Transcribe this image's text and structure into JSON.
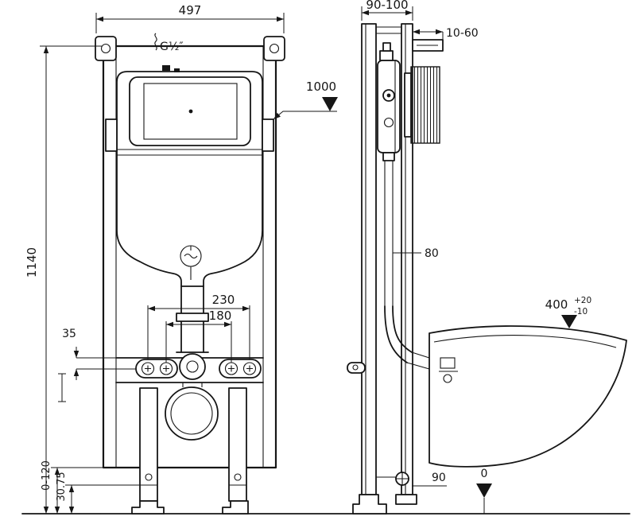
{
  "colors": {
    "ink": "#161616",
    "paper": "#ffffff"
  },
  "front_view": {
    "width_top": "497",
    "thread": "G½″",
    "level_datum": "1000",
    "height_total": "1140",
    "spacing_outer": "230",
    "spacing_inner": "180",
    "offset_small": "35",
    "leg_adjust": "0-120",
    "plinth_height": "30.75"
  },
  "side_view": {
    "frame_depth": "90-100",
    "wall_gap": "10-60",
    "profile_width": "80",
    "bowl_depth": "400",
    "bowl_tol_upper": "+20",
    "bowl_tol_lower": "-10",
    "outlet_dim": "90",
    "floor_datum": "0"
  }
}
